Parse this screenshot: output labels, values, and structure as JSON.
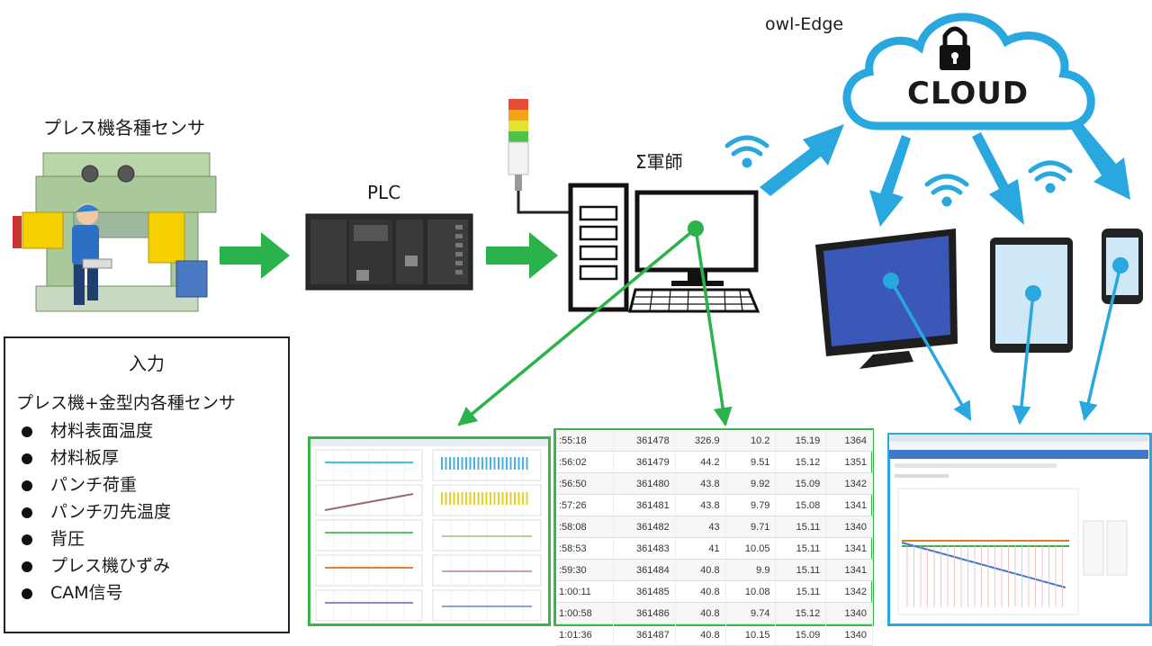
{
  "labels": {
    "press_sensors": "プレス機各種センサ",
    "plc": "PLC",
    "gunshi": "Σ軍師",
    "owl_edge": "owl-Edge",
    "cloud": "CLOUD"
  },
  "input_box": {
    "title": "入力",
    "subtitle": "プレス機+金型内各種センサ",
    "items": [
      "材料表面温度",
      "材料板厚",
      "パンチ荷重",
      "パンチ刃先温度",
      "背圧",
      "プレス機ひずみ",
      "CAM信号"
    ]
  },
  "data_table": {
    "rows": [
      [
        ":55:18",
        "361478",
        "326.9",
        "10.2",
        "15.19",
        "1364"
      ],
      [
        ":56:02",
        "361479",
        "44.2",
        "9.51",
        "15.12",
        "1351"
      ],
      [
        ":56:50",
        "361480",
        "43.8",
        "9.92",
        "15.09",
        "1342"
      ],
      [
        ":57:26",
        "361481",
        "43.8",
        "9.79",
        "15.08",
        "1341"
      ],
      [
        ":58:08",
        "361482",
        "43",
        "9.71",
        "15.11",
        "1340"
      ],
      [
        ":58:53",
        "361483",
        "41",
        "10.05",
        "15.11",
        "1341"
      ],
      [
        ":59:30",
        "361484",
        "40.8",
        "9.9",
        "15.11",
        "1341"
      ],
      [
        "1:00:11",
        "361485",
        "40.8",
        "10.08",
        "15.11",
        "1342"
      ],
      [
        "1:00:58",
        "361486",
        "40.8",
        "9.74",
        "15.12",
        "1340"
      ],
      [
        "1:01:36",
        "361487",
        "40.8",
        "10.15",
        "15.09",
        "1340"
      ]
    ]
  },
  "colors": {
    "flow_green": "#2bb34b",
    "cloud_blue": "#29a8e0",
    "machine_green": "#a9c99a",
    "panel_border": "#39b54a",
    "screen_blue": "#3a58b8"
  }
}
